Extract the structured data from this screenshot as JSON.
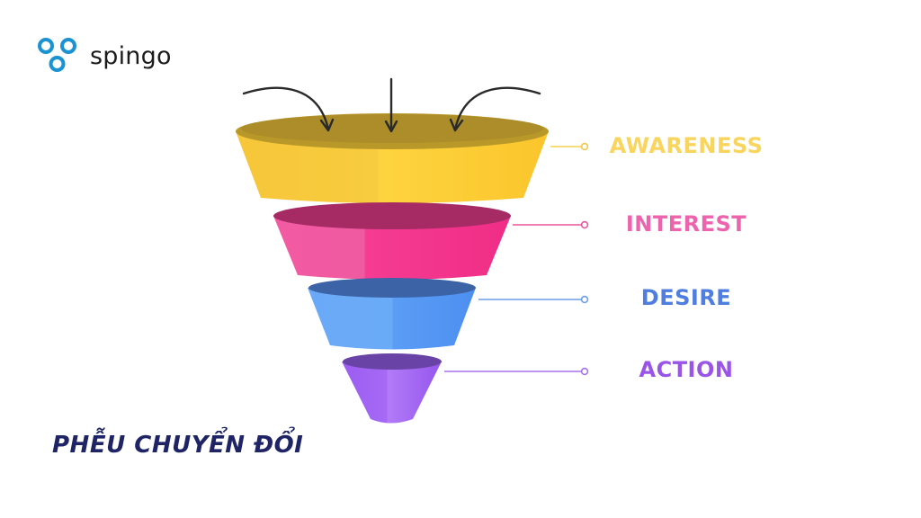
{
  "brand": {
    "name": "spingo",
    "logo_icon": "linked-rings-logo-icon",
    "logo_color": "#1b93d2"
  },
  "title": "PHỄU CHUYỂN ĐỔI",
  "funnel": {
    "stages": [
      {
        "label": "AWARENESS",
        "color": "#fcc93c",
        "text_color": "#f9d55e"
      },
      {
        "label": "INTEREST",
        "color": "#f43c92",
        "text_color": "#ee63ad"
      },
      {
        "label": "DESIRE",
        "color": "#5d9ff6",
        "text_color": "#4f7ee0"
      },
      {
        "label": "ACTION",
        "color": "#a064f5",
        "text_color": "#9a55e8"
      }
    ],
    "input_arrows": [
      "left-curved-arrow-icon",
      "down-arrow-icon",
      "right-curved-arrow-icon"
    ]
  }
}
